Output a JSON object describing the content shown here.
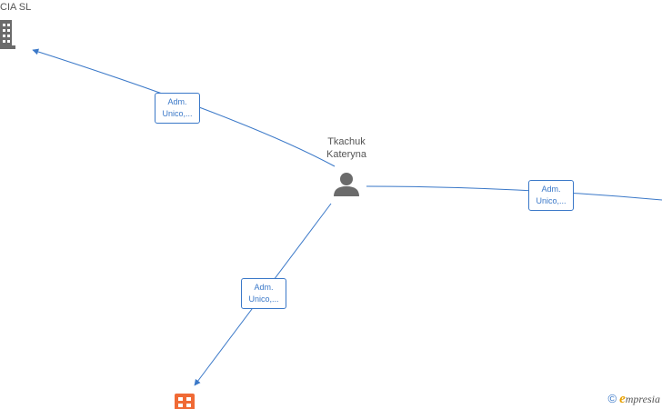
{
  "nodes": {
    "company_top": {
      "label": "CIA  SL"
    },
    "person": {
      "line1": "Tkachuk",
      "line2": "Kateryna"
    }
  },
  "edges": [
    {
      "line1": "Adm.",
      "line2": "Unico,..."
    },
    {
      "line1": "Adm.",
      "line2": "Unico,..."
    },
    {
      "line1": "Adm.",
      "line2": "Unico,..."
    }
  ],
  "colors": {
    "edge": "#3a78c8",
    "person_icon": "#6b6b6b",
    "building_icon": "#6b6b6b",
    "company_icon_accent": "#f06a35"
  },
  "watermark": {
    "symbol": "©",
    "brand_initial": "e",
    "brand_rest": "mpresia"
  }
}
